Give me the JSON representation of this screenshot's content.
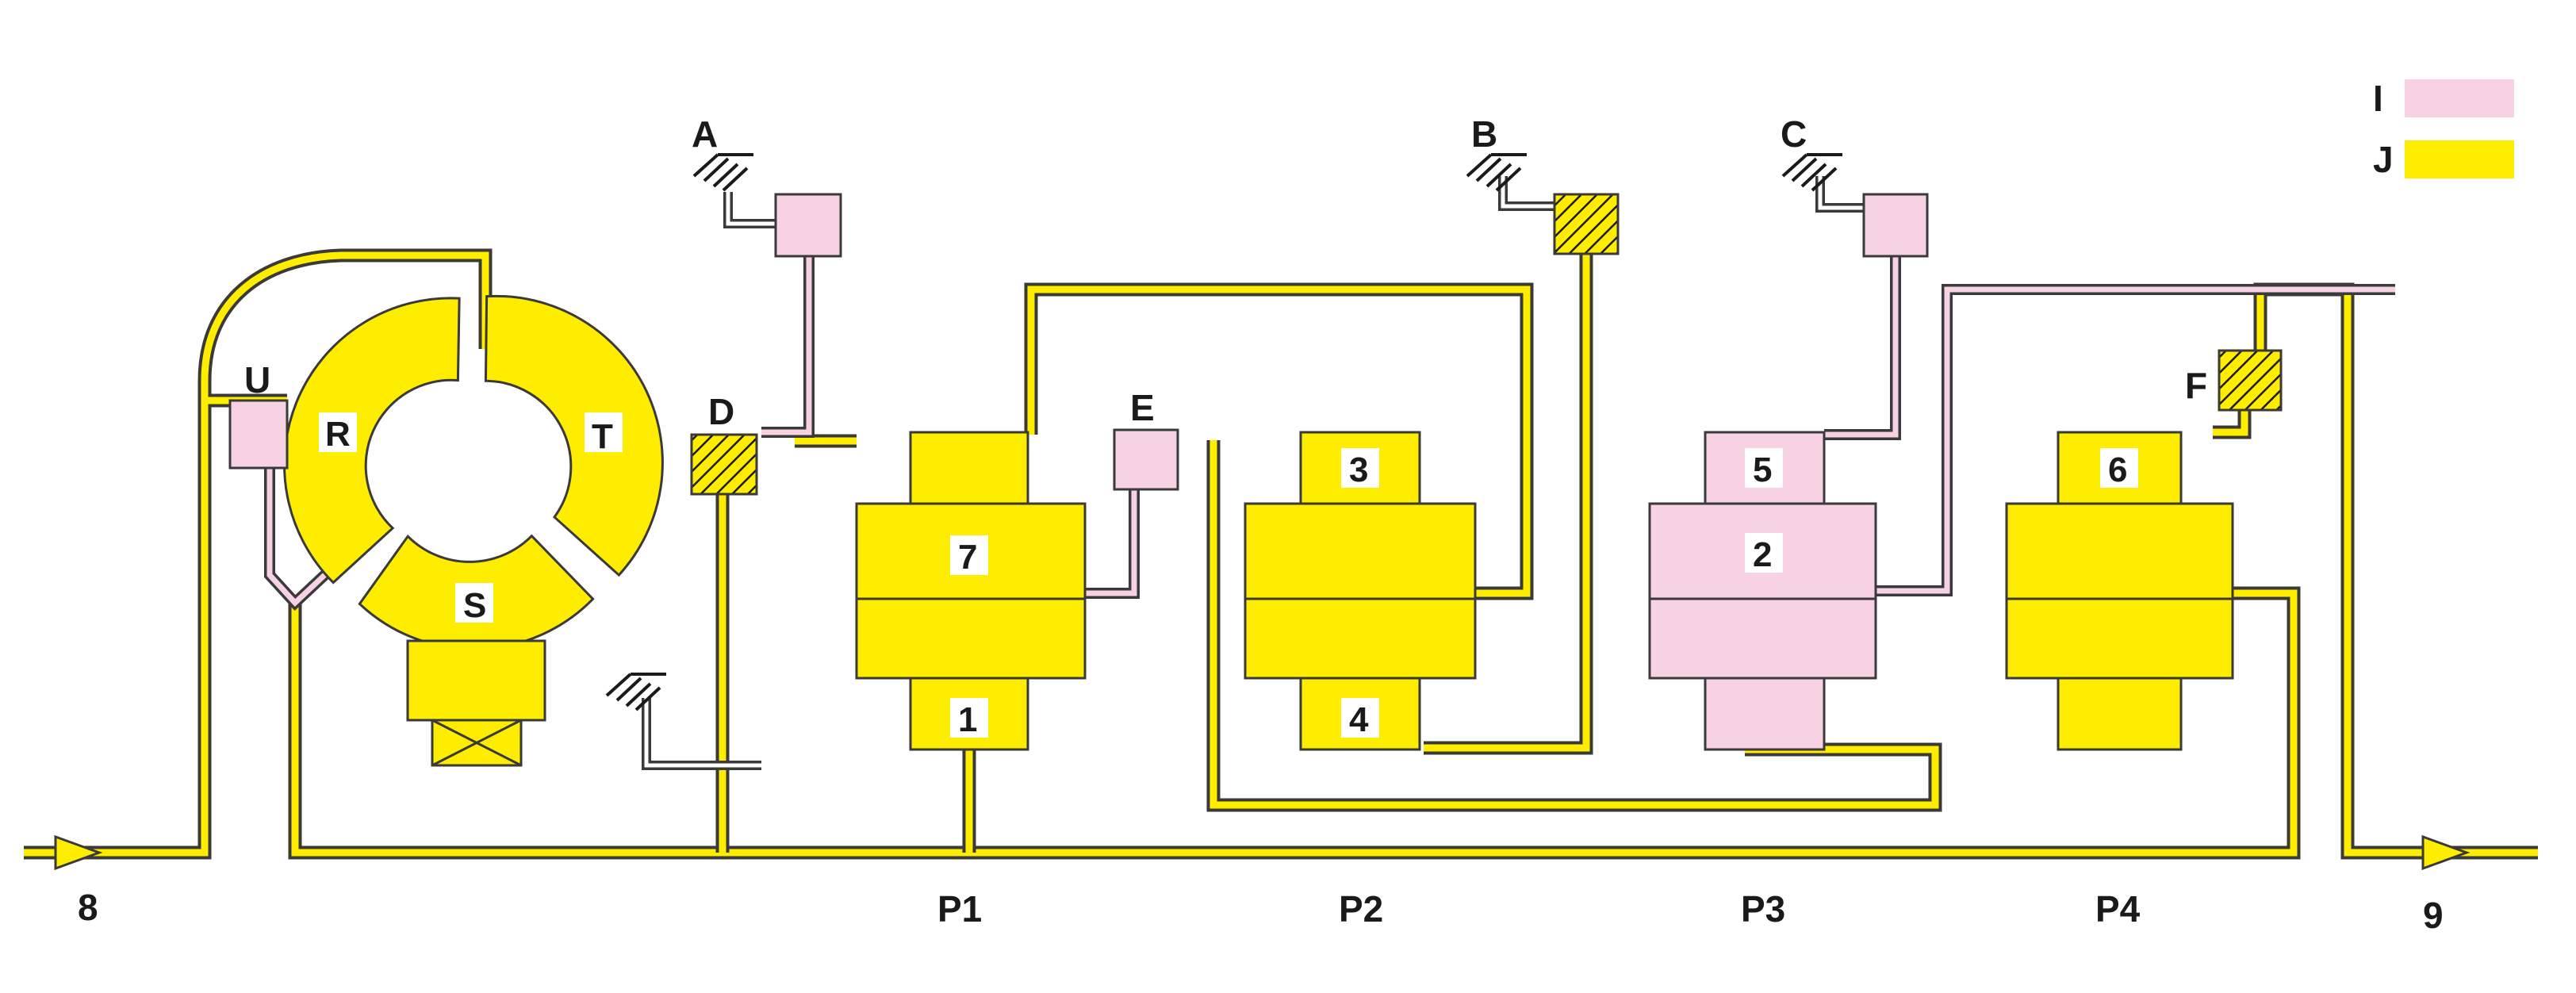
{
  "legend": {
    "items": [
      {
        "key": "I",
        "label": "I",
        "color": "#f7d2e3"
      },
      {
        "key": "J",
        "label": "J",
        "color": "#ffed00"
      }
    ]
  },
  "colors": {
    "yellow": "#ffed00",
    "pink": "#f7d2e3",
    "outline": "#3a3a3a",
    "text": "#1a1a1a"
  },
  "labels": {
    "inlet": "8",
    "outlet": "9",
    "pump_ring": {
      "r": "R",
      "t": "T",
      "s": "S"
    },
    "valve_u": "U",
    "anchors": {
      "a": "A",
      "b": "B",
      "c": "C"
    },
    "valves": {
      "d": "D",
      "e": "E",
      "f": "F"
    },
    "chambers": {
      "c1": "1",
      "c2": "2",
      "c3": "3",
      "c4": "4",
      "c5": "5",
      "c6": "6",
      "c7": "7"
    },
    "pistons": {
      "p1": "P1",
      "p2": "P2",
      "p3": "P3",
      "p4": "P4"
    }
  }
}
